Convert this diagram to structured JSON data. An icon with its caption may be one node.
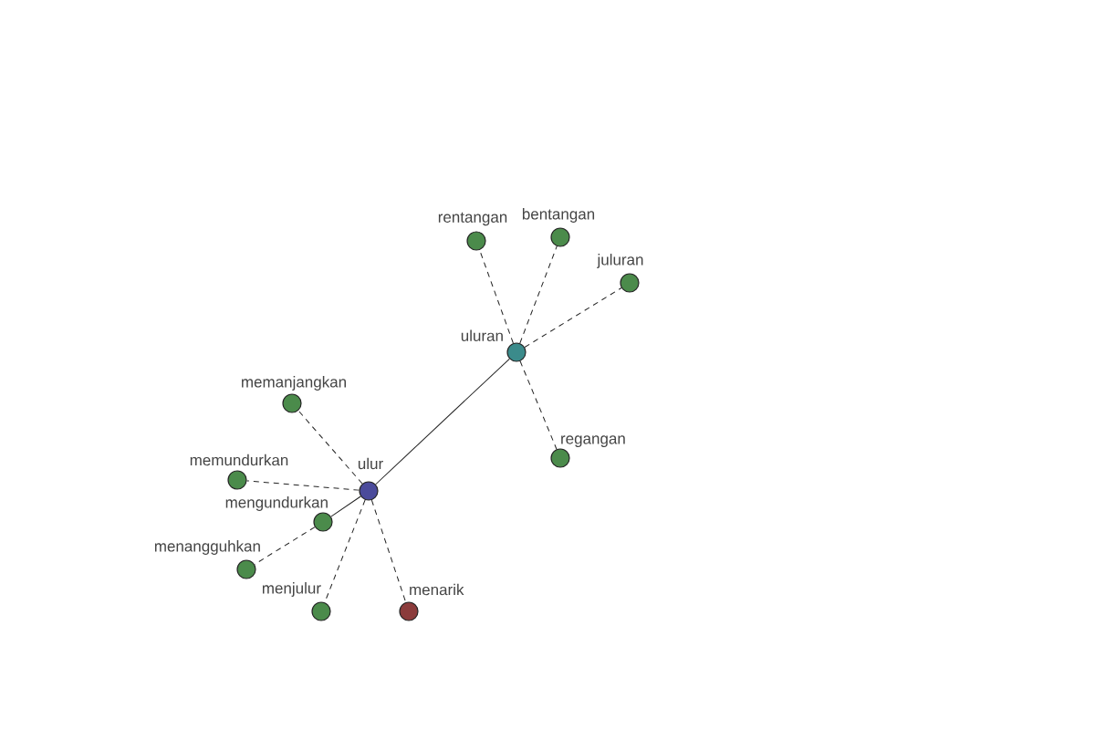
{
  "diagram": {
    "nodes": [
      {
        "text": [
          "ulur"
        ]
      },
      {
        "text": [
          "uluran"
        ]
      },
      {
        "text": [
          "rentangan"
        ]
      },
      {
        "text": [
          "bentangan"
        ]
      },
      {
        "text": [
          "juluran"
        ]
      },
      {
        "text": [
          "regangan"
        ]
      },
      {
        "text": [
          "memanjangkan"
        ]
      },
      {
        "text": [
          "memundurkan"
        ]
      },
      {
        "text": [
          "mengundurkan"
        ]
      },
      {
        "text": [
          "menangguhkan"
        ]
      },
      {
        "text": [
          "menjulur"
        ]
      },
      {
        "text": [
          "menarik"
        ]
      }
    ],
    "edges": [
      {
        "from": 0,
        "to": 1,
        "arrow": "none"
      },
      {
        "from": 1,
        "to": 2,
        "arrow": "none",
        "style": "dashed"
      },
      {
        "from": 1,
        "to": 3,
        "arrow": "none",
        "style": "dashed"
      },
      {
        "from": 1,
        "to": 4,
        "arrow": "none",
        "style": "dashed"
      },
      {
        "from": 1,
        "to": 5,
        "arrow": "none",
        "style": "dashed"
      },
      {
        "from": 0,
        "to": 6,
        "arrow": "none",
        "style": "dashed"
      },
      {
        "from": 0,
        "to": 7,
        "arrow": "none",
        "style": "dashed"
      },
      {
        "from": 0,
        "to": 8,
        "arrow": "none"
      },
      {
        "from": 8,
        "to": 9,
        "arrow": "none",
        "style": "dashed"
      },
      {
        "from": 0,
        "to": 10,
        "arrow": "none",
        "style": "dashed"
      },
      {
        "from": 0,
        "to": 11,
        "arrow": "none",
        "style": "dashed"
      }
    ]
  }
}
